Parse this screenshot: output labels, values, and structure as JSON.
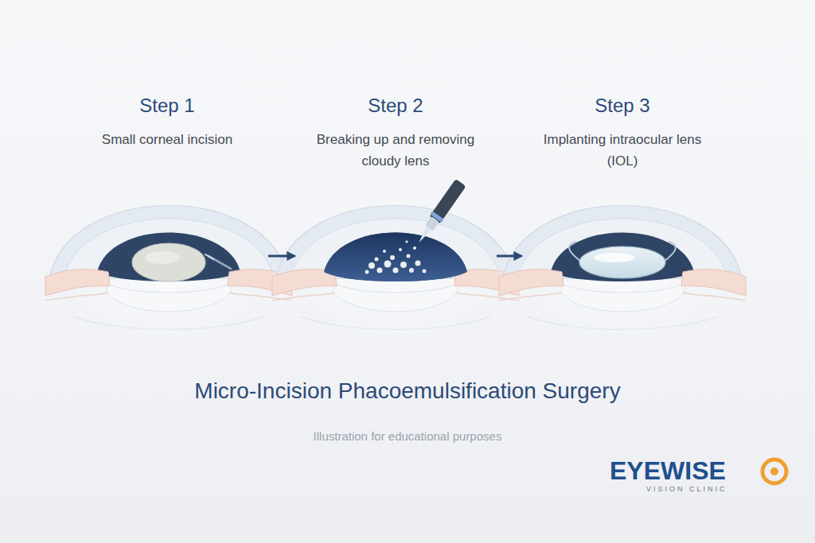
{
  "diagram": {
    "title": "Micro-Incision Phacoemulsification Surgery",
    "caption": "Illustration for educational purposes",
    "nodes": [
      {
        "text": [
          "Step 1",
          "Small corneal incision"
        ]
      },
      {
        "text": [
          "Step 2",
          "Breaking up and removing cloudy lens"
        ]
      },
      {
        "text": [
          "Step 3",
          "Implanting intraocular lens (IOL)"
        ]
      }
    ],
    "edges": [
      {
        "from": 0,
        "to": 1,
        "arrow": "to"
      },
      {
        "from": 1,
        "to": 2,
        "arrow": "to"
      }
    ],
    "labels": [
      "EYEWISE",
      "VISION CLINIC"
    ]
  }
}
